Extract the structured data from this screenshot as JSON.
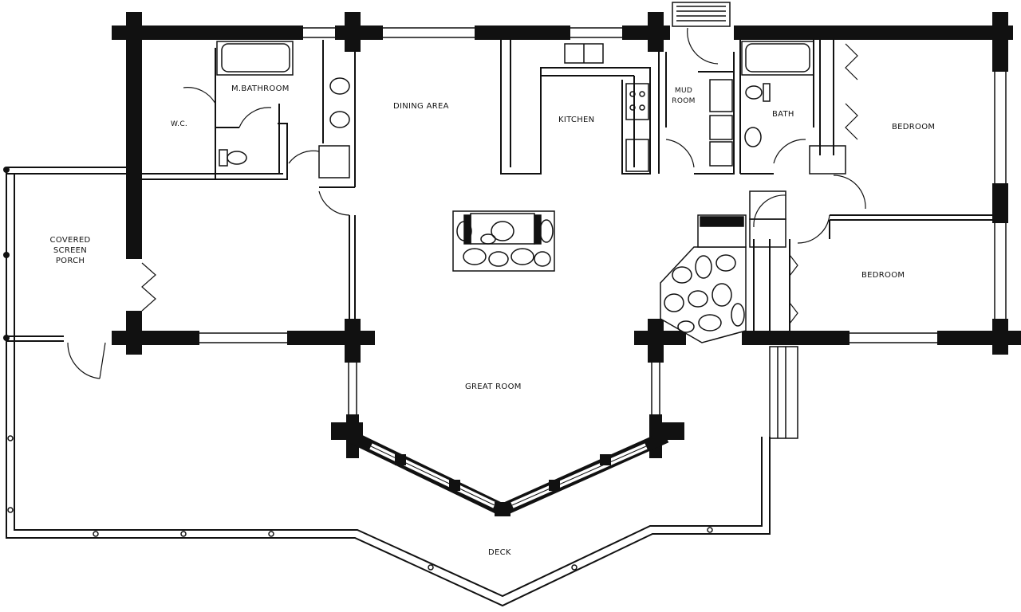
{
  "rooms": {
    "master_bathroom": "M.BATHROOM",
    "walk_in_closet": "W.C.",
    "dining_area": "DINING AREA",
    "kitchen": "KITCHEN",
    "mud_room_line1": "MUD",
    "mud_room_line2": "ROOM",
    "bath": "BATH",
    "bedroom_1": "BEDROOM",
    "bedroom_2": "BEDROOM",
    "covered_porch_line1": "COVERED",
    "covered_porch_line2": "SCREEN",
    "covered_porch_line3": "PORCH",
    "great_room": "GREAT ROOM",
    "deck": "DECK"
  }
}
